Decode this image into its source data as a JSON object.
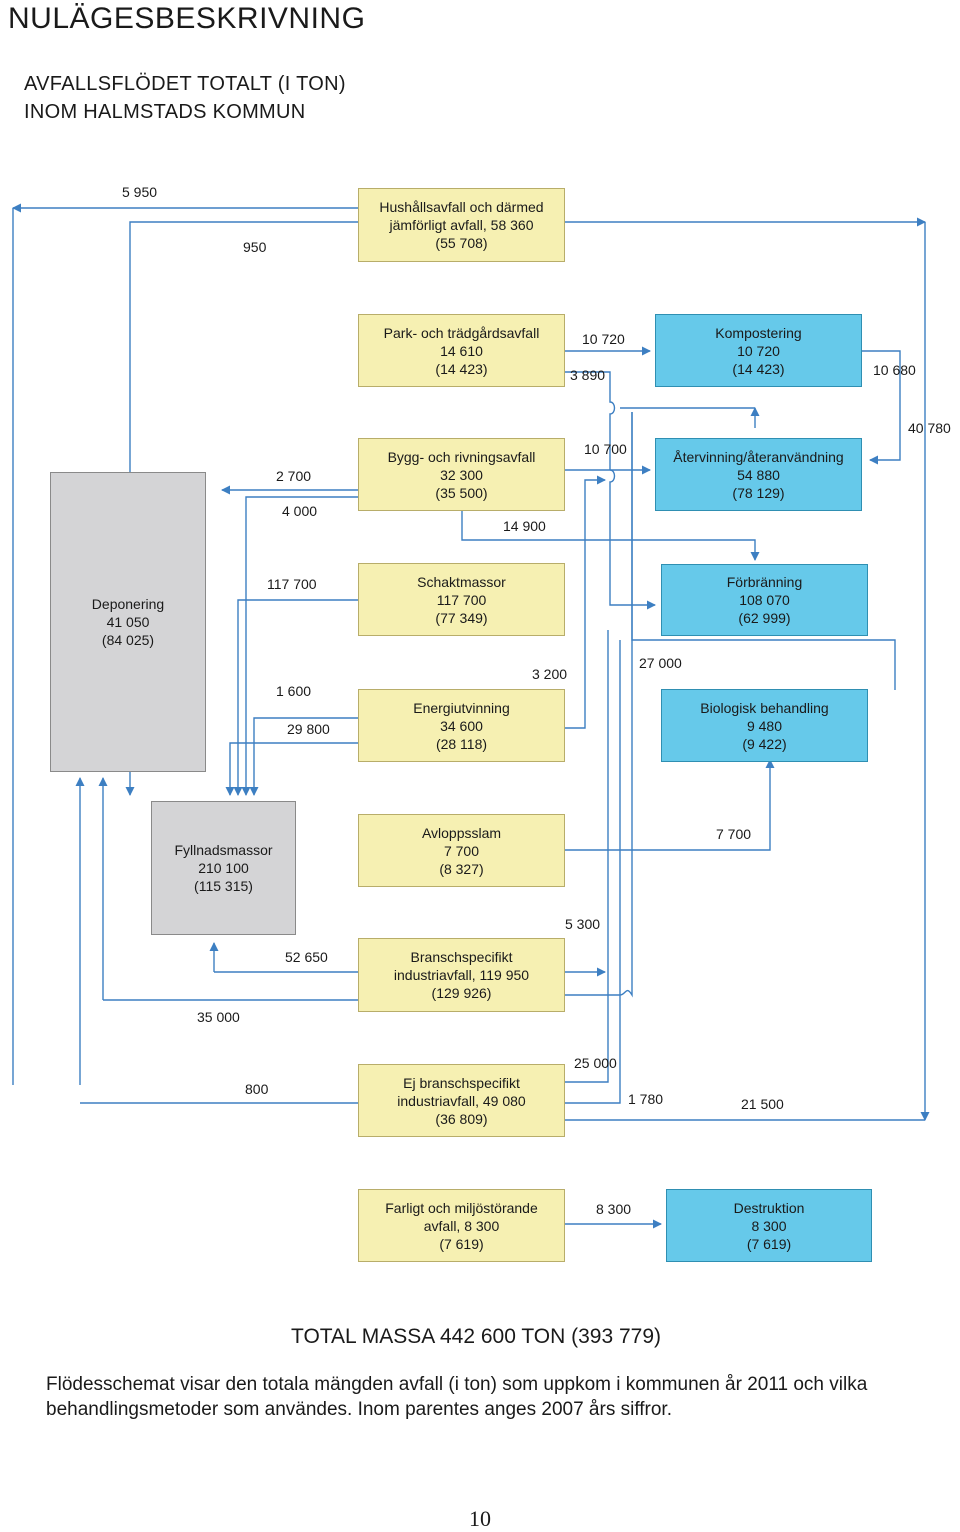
{
  "page": {
    "heading": "NULÄGESBESKRIVNING",
    "subtitle_line1": "AVFALLSFLÖDET TOTALT (I TON)",
    "subtitle_line2": "INOM HALMSTADS KOMMUN",
    "total": "TOTAL MASSA 442 600 TON (393 779)",
    "caption": "Flödesschemat visar den totala mängden avfall (i ton) som uppkom i kommunen år 2011 och vilka behandlingsmetoder som användes. Inom parentes anges 2007 års siffror.",
    "page_number": "10"
  },
  "colors": {
    "source_fill": "#f6f0b2",
    "treatment_fill": "#66c9ea",
    "landfill_fill": "#d4d4d6",
    "arrow": "#3d7fc2"
  },
  "boxes": {
    "hushall": {
      "l1": "Hushållsavfall och därmed",
      "l2": "jämförligt avfall, 58 360",
      "l3": "(55 708)"
    },
    "park": {
      "l1": "Park- och trädgårdsavfall",
      "l2": "14 610",
      "l3": "(14 423)"
    },
    "bygg": {
      "l1": "Bygg- och rivningsavfall",
      "l2": "32 300",
      "l3": "(35 500)"
    },
    "schakt": {
      "l1": "Schaktmassor",
      "l2": "117 700",
      "l3": "(77 349)"
    },
    "energi": {
      "l1": "Energiutvinning",
      "l2": "34 600",
      "l3": "(28 118)"
    },
    "avlopp": {
      "l1": "Avloppsslam",
      "l2": "7 700",
      "l3": "(8 327)"
    },
    "bransch": {
      "l1": "Branschspecifikt",
      "l2": "industriavfall, 119 950",
      "l3": "(129 926)"
    },
    "ejbransch": {
      "l1": "Ej branschspecifikt",
      "l2": "industriavfall, 49 080",
      "l3": "(36 809)"
    },
    "farligt": {
      "l1": "Farligt och miljöstörande",
      "l2": "avfall, 8 300",
      "l3": "(7 619)"
    },
    "kompost": {
      "l1": "Kompostering",
      "l2": "10 720",
      "l3": "(14 423)"
    },
    "atervinning": {
      "l1": "Återvinning/återanvändning",
      "l2": "54 880",
      "l3": "(78 129)"
    },
    "forbranning": {
      "l1": "Förbränning",
      "l2": "108 070",
      "l3": "(62 999)"
    },
    "biologisk": {
      "l1": "Biologisk behandling",
      "l2": "9 480",
      "l3": "(9 422)"
    },
    "destruktion": {
      "l1": "Destruktion",
      "l2": "8 300",
      "l3": "(7 619)"
    },
    "deponering": {
      "l1": "Deponering",
      "l2": "41 050",
      "l3": "(84 025)"
    },
    "fyllnad": {
      "l1": "Fyllnadsmassor",
      "l2": "210 100",
      "l3": "(115 315)"
    }
  },
  "flow_labels": {
    "f5950": "5 950",
    "f950": "950",
    "f10720": "10 720",
    "f3890": "3 890",
    "f10680": "10 680",
    "f40780": "40 780",
    "f2700": "2 700",
    "f4000": "4 000",
    "f10700": "10 700",
    "f14900": "14 900",
    "f117700": "117 700",
    "f1600": "1 600",
    "f29800": "29 800",
    "f3200": "3 200",
    "f27000": "27 000",
    "f7700": "7 700",
    "f5300": "5 300",
    "f52650": "52 650",
    "f35000": "35 000",
    "f800": "800",
    "f25000": "25 000",
    "f1780": "1 780",
    "f21500": "21 500",
    "f8300": "8 300"
  }
}
